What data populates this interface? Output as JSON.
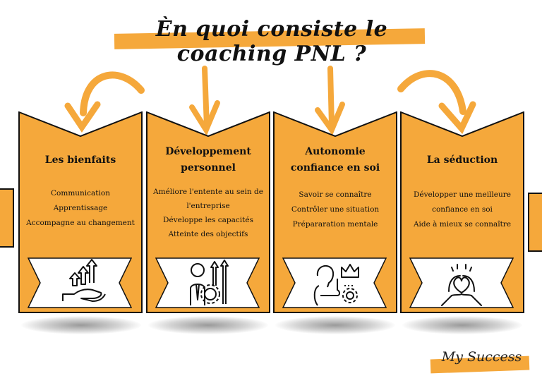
{
  "title": "Èn quoi consiste le coaching PNL ?",
  "colors": {
    "accent": "#f5a83b",
    "stroke": "#111111",
    "ribbon": "#ffffff"
  },
  "cards": [
    {
      "heading": [
        "Les bienfaits"
      ],
      "items": [
        "Communication",
        "Apprentissage",
        "Accompagne au changement"
      ],
      "icon": "hand-growth-arrows-icon"
    },
    {
      "heading": [
        "Développement",
        "personnel"
      ],
      "items": [
        "Améliore l'entente au sein de",
        "l'entreprise",
        "Développe les capacités",
        "Atteinte des objectifs"
      ],
      "icon": "businessman-gear-arrows-icon"
    },
    {
      "heading": [
        "Autonomie",
        "confiance en soi"
      ],
      "items": [
        "Savoir se connaître",
        "Contrôler une situation",
        "Prépararation mentale"
      ],
      "icon": "person-crown-gear-icon"
    },
    {
      "heading": [
        "La séduction"
      ],
      "items": [
        "Développer une meilleure",
        "confiance en soi",
        "Aide à mieux se connaître"
      ],
      "icon": "heart-hands-icon"
    }
  ],
  "arrows": [
    "curved-arrow-left-icon",
    "down-arrow-icon",
    "down-arrow-icon",
    "curved-arrow-right-icon"
  ],
  "brand": "My Success"
}
